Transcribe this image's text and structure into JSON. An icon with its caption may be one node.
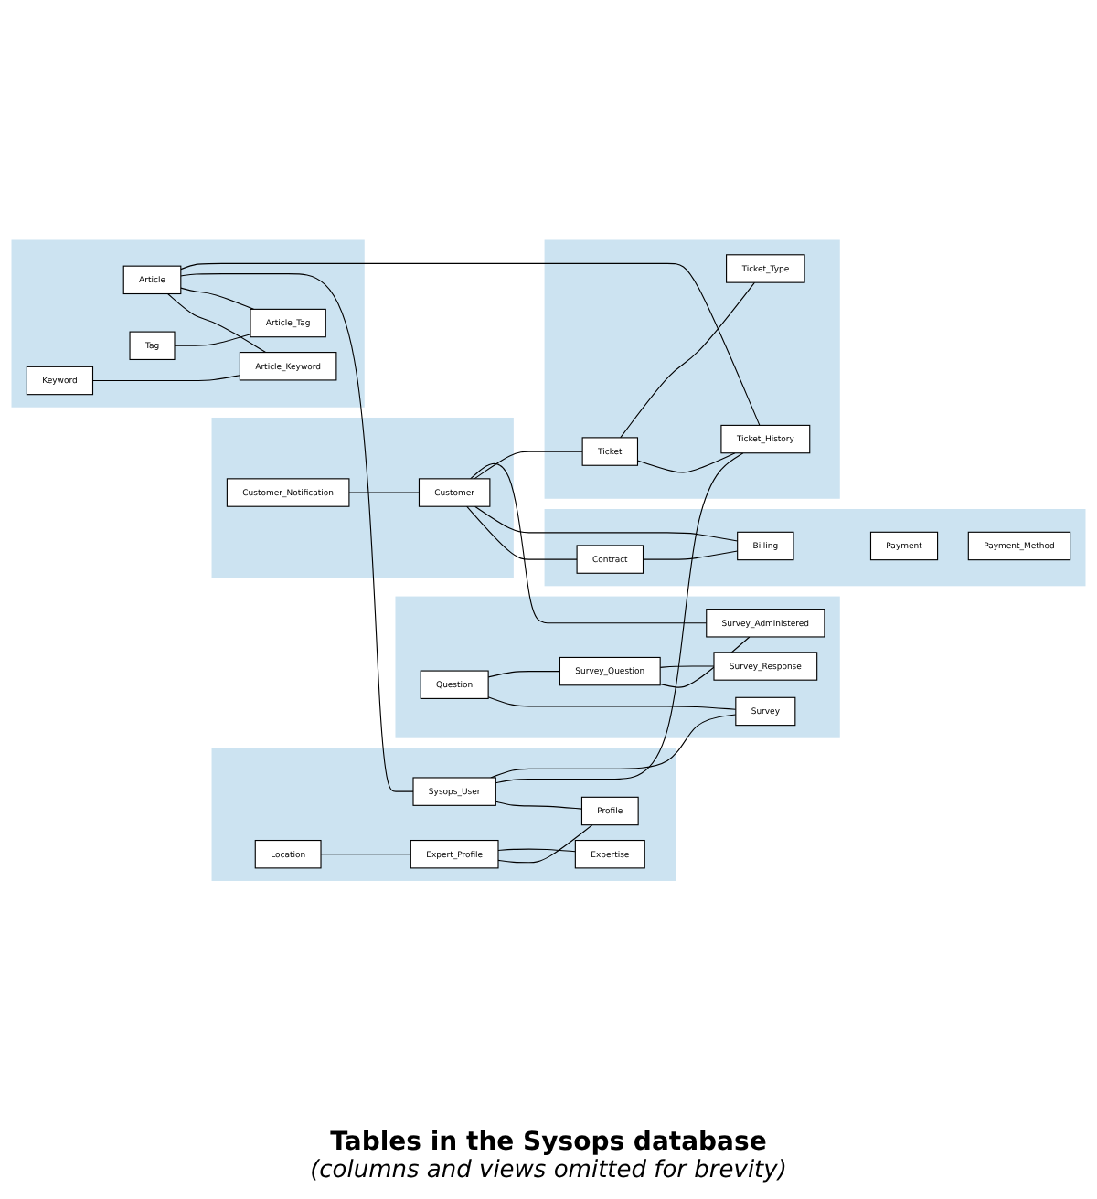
{
  "diagram": {
    "title": "Tables in the Sysops database",
    "caption": "(columns and views omitted for brevity)",
    "nodes": [
      {
        "text": [],
        "shape": "box"
      },
      {
        "text": [
          "Tag"
        ],
        "in": 0
      },
      {
        "text": [
          "Keyword"
        ],
        "in": 0
      },
      {
        "text": [
          "Article_Keyword"
        ],
        "in": 0
      },
      {
        "text": [
          "Article"
        ],
        "in": 0
      },
      {
        "text": [
          "Article_Tag"
        ],
        "in": 0
      },
      {
        "text": [],
        "shape": "box"
      },
      {
        "text": [
          "Customer_Notification"
        ],
        "in": 6
      },
      {
        "text": [
          "Customer"
        ],
        "in": 6
      },
      {
        "text": [],
        "shape": "box"
      },
      {
        "text": [
          "Contract"
        ],
        "in": 9
      },
      {
        "text": [
          "Billing"
        ],
        "in": 9
      },
      {
        "text": [
          "Payment_Method"
        ],
        "in": 9
      },
      {
        "text": [
          "Payment"
        ],
        "in": 9
      },
      {
        "text": [],
        "shape": "box"
      },
      {
        "text": [
          "Location"
        ],
        "in": 14
      },
      {
        "text": [
          "Sysops_User"
        ],
        "in": 14
      },
      {
        "text": [
          "Expert_Profile"
        ],
        "in": 14
      },
      {
        "text": [
          "Profile"
        ],
        "in": 14
      },
      {
        "text": [
          "Expertise"
        ],
        "in": 14
      },
      {
        "text": [],
        "shape": "box"
      },
      {
        "text": [
          "Ticket_History"
        ],
        "in": 20
      },
      {
        "text": [
          "Ticket"
        ],
        "in": 20
      },
      {
        "text": [
          "Ticket_Type"
        ],
        "in": 20
      },
      {
        "text": [],
        "shape": "box"
      },
      {
        "text": [
          "Question"
        ],
        "in": 24
      },
      {
        "text": [
          "Survey"
        ],
        "in": 24
      },
      {
        "text": [
          "Survey_Question"
        ],
        "in": 24
      },
      {
        "text": [
          "Survey_Administered"
        ],
        "in": 24
      },
      {
        "text": [
          "Survey_Response"
        ],
        "in": 24
      }
    ],
    "edges": [
      {
        "from": 1,
        "to": 5,
        "arrow": "none"
      },
      {
        "from": 2,
        "to": 3,
        "arrow": "none"
      },
      {
        "from": 4,
        "to": 3,
        "arrow": "none"
      },
      {
        "from": 4,
        "to": 5,
        "arrow": "none"
      },
      {
        "from": 4,
        "to": 16,
        "arrow": "none"
      },
      {
        "from": 4,
        "to": 21,
        "arrow": "none"
      },
      {
        "from": 7,
        "to": 8,
        "arrow": "none"
      },
      {
        "from": 8,
        "to": 10,
        "arrow": "none"
      },
      {
        "from": 8,
        "to": 11,
        "arrow": "none"
      },
      {
        "from": 8,
        "to": 22,
        "arrow": "none"
      },
      {
        "from": 8,
        "to": 28,
        "arrow": "none"
      },
      {
        "from": 10,
        "to": 11,
        "arrow": "none"
      },
      {
        "from": 11,
        "to": 13,
        "arrow": "none"
      },
      {
        "from": 13,
        "to": 12,
        "arrow": "none"
      },
      {
        "from": 15,
        "to": 17,
        "arrow": "none"
      },
      {
        "from": 16,
        "to": 18,
        "arrow": "none"
      },
      {
        "from": 17,
        "to": 18,
        "arrow": "none"
      },
      {
        "from": 17,
        "to": 19,
        "arrow": "none"
      },
      {
        "from": 16,
        "to": 21,
        "arrow": "none"
      },
      {
        "from": 16,
        "to": 26,
        "arrow": "none"
      },
      {
        "from": 22,
        "to": 21,
        "arrow": "none"
      },
      {
        "from": 22,
        "to": 23,
        "arrow": "none"
      },
      {
        "from": 25,
        "to": 26,
        "arrow": "none"
      },
      {
        "from": 25,
        "to": 27,
        "arrow": "none"
      },
      {
        "from": 27,
        "to": 28,
        "arrow": "none"
      },
      {
        "from": 27,
        "to": 29,
        "arrow": "none"
      }
    ]
  }
}
